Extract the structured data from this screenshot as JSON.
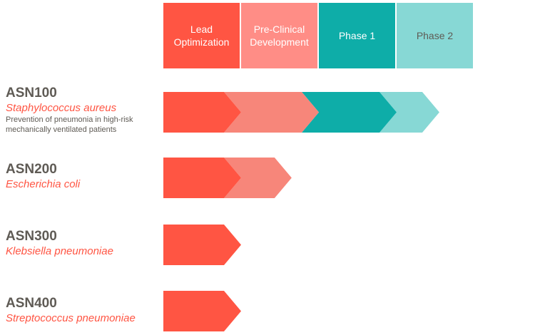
{
  "chart_data": {
    "type": "bar",
    "phases": [
      {
        "label": "Lead\nOptimization",
        "color": "#ff5543",
        "text_color": "#ffffff"
      },
      {
        "label": "Pre-Clinical\nDevelopment",
        "color": "#ff8d86",
        "text_color": "#ffffff"
      },
      {
        "label": "Phase 1",
        "color": "#0eada8",
        "text_color": "#ffffff"
      },
      {
        "label": "Phase 2",
        "color": "#87d8d5",
        "text_color": "#5f5b55"
      }
    ],
    "arrow_colors": [
      "#ff5543",
      "#f7867a",
      "#0eada8",
      "#87d8d5"
    ],
    "programs": [
      {
        "name": "ASN100",
        "organism": "Staphylococcus aureus",
        "indication": "Prevention of pneumonia in high-risk mechanically ventilated patients",
        "progress": 3.55
      },
      {
        "name": "ASN200",
        "organism": "Escherichia coli",
        "indication": "",
        "progress": 1.65
      },
      {
        "name": "ASN300",
        "organism": "Klebsiella pneumoniae",
        "indication": "",
        "progress": 1.0
      },
      {
        "name": "ASN400",
        "organism": "Streptococcus pneumoniae",
        "indication": "",
        "progress": 1.0
      }
    ],
    "title": "",
    "xlabel": "",
    "ylabel": ""
  },
  "colors": {
    "program_name": "#5f5b55",
    "organism": "#ff5543"
  }
}
